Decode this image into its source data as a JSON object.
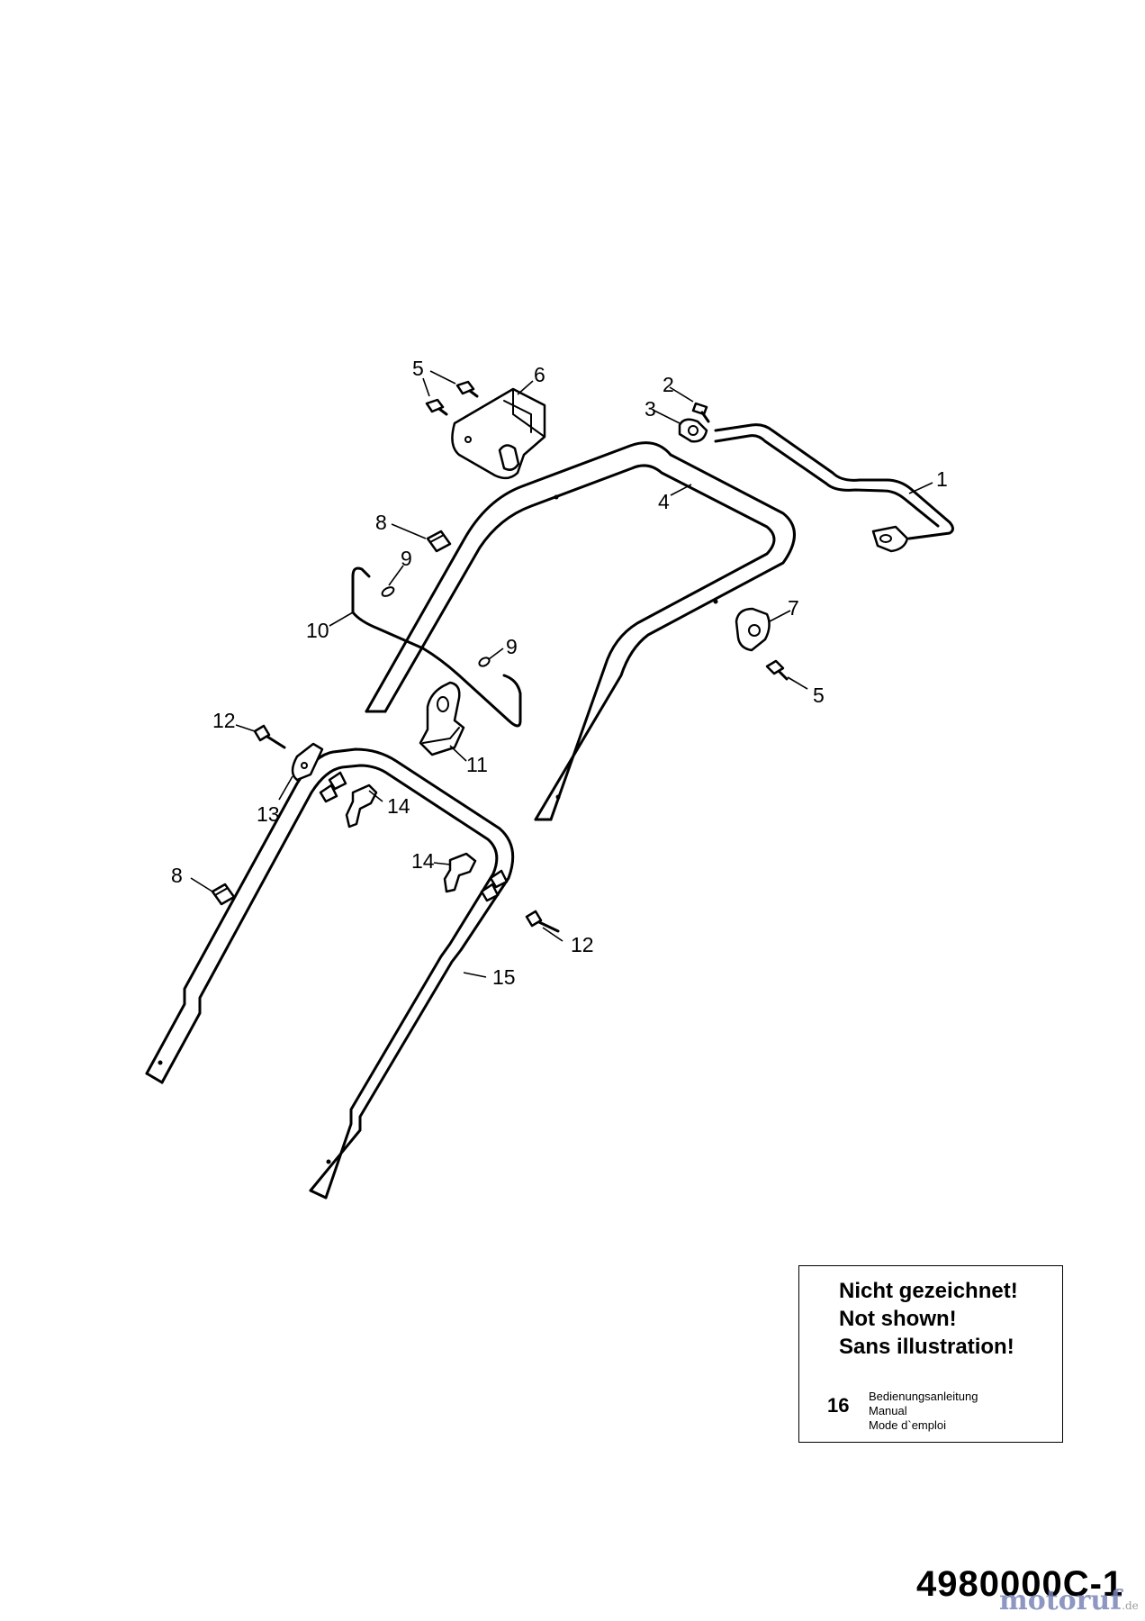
{
  "diagram": {
    "code": "4980000C-1",
    "callouts": {
      "c1": "1",
      "c2": "2",
      "c3": "3",
      "c4": "4",
      "c5a": "5",
      "c5b": "5",
      "c6": "6",
      "c7": "7",
      "c8a": "8",
      "c8b": "8",
      "c9a": "9",
      "c9b": "9",
      "c10": "10",
      "c11": "11",
      "c12a": "12",
      "c12b": "12",
      "c13": "13",
      "c14a": "14",
      "c14b": "14",
      "c15": "15"
    }
  },
  "note_box": {
    "line1": "Nicht gezeichnet!",
    "line2": "Not shown!",
    "line3": "Sans illustration!",
    "item_number": "16",
    "item_de": "Bedienungsanleitung",
    "item_en": "Manual",
    "item_fr": "Mode d`emploi"
  },
  "watermark": {
    "brand": "motoruf",
    "tld": ".de",
    "colors": {
      "brand": "#7a86b8"
    }
  }
}
